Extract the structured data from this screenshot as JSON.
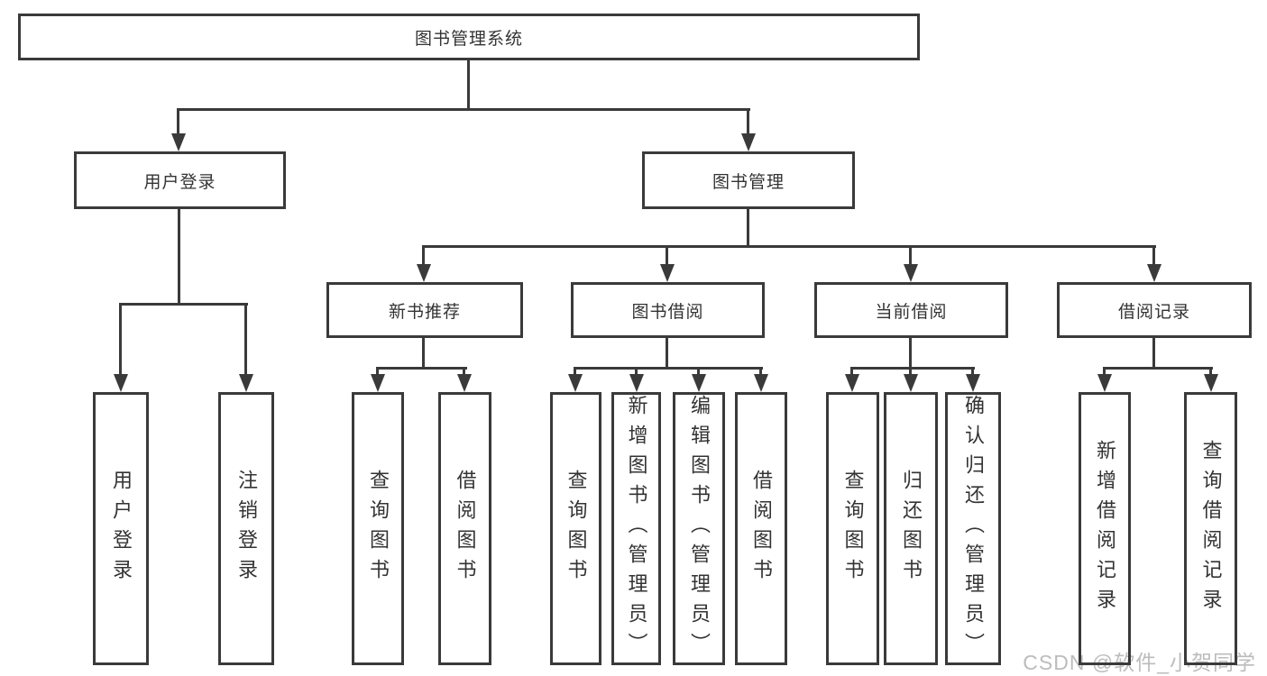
{
  "root": {
    "label": "图书管理系统"
  },
  "level2": [
    {
      "label": "用户登录"
    },
    {
      "label": "图书管理"
    }
  ],
  "level3": [
    {
      "label": "新书推荐"
    },
    {
      "label": "图书借阅"
    },
    {
      "label": "当前借阅"
    },
    {
      "label": "借阅记录"
    }
  ],
  "leaves": {
    "user_login": [
      "用户登录",
      "注销登录"
    ],
    "new_book_recommend": [
      "查询图书",
      "借阅图书"
    ],
    "book_borrow": [
      "查询图书",
      "新增图书（管理员）",
      "编辑图书（管理员）",
      "借阅图书"
    ],
    "current_borrow": [
      "查询图书",
      "归还图书",
      "确认归还（管理员）"
    ],
    "borrow_records": [
      "新增借阅记录",
      "查询借阅记录"
    ]
  },
  "watermark": {
    "text": "CSDN @软件_小贺同学"
  },
  "colors": {
    "stroke": "#3a3a3a",
    "text": "#333333",
    "watermark": "#bcbcbc",
    "background": "#ffffff"
  }
}
